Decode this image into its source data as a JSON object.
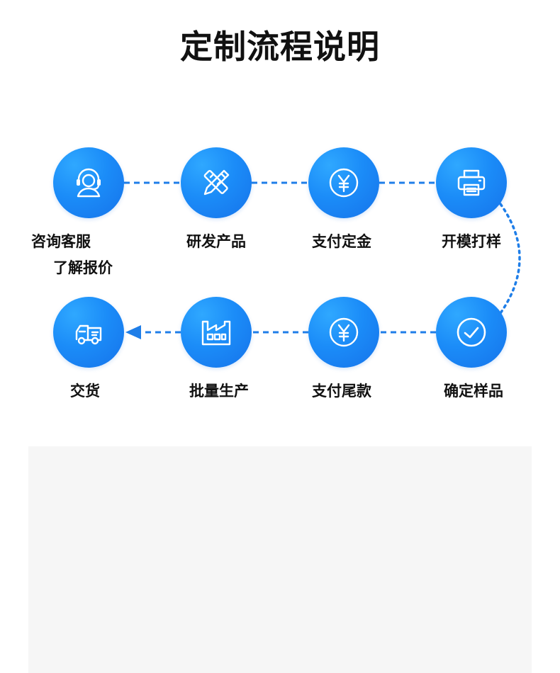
{
  "page": {
    "title": "定制流程说明"
  },
  "colors": {
    "accent": "#1b8cf8",
    "accent_dark": "#1673ea",
    "connector": "#1f7ee8",
    "panel_bg": "#f6f6f6"
  },
  "steps": [
    {
      "icon": "headset-agent-icon",
      "label_line1": "咨询客服",
      "label_line2": "了解报价"
    },
    {
      "icon": "pencil-ruler-icon",
      "label": "研发产品"
    },
    {
      "icon": "yuan-coin-icon",
      "label": "支付定金"
    },
    {
      "icon": "printer-icon",
      "label": "开模打样"
    },
    {
      "icon": "check-circle-icon",
      "label": "确定样品"
    },
    {
      "icon": "yuan-coin-icon",
      "label": "支付尾款"
    },
    {
      "icon": "factory-icon",
      "label": "批量生产"
    },
    {
      "icon": "delivery-truck-icon",
      "label": "交货"
    }
  ]
}
